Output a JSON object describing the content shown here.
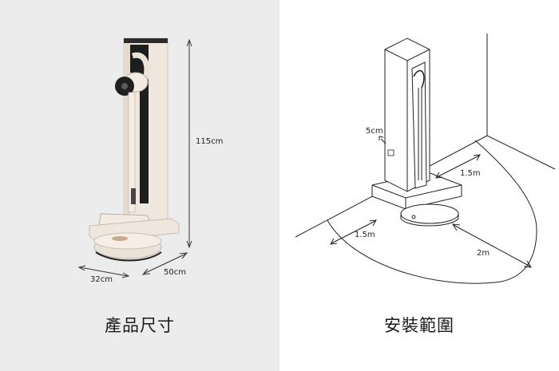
{
  "left_panel": {
    "caption": "產品尺寸",
    "dimensions": {
      "height": "115cm",
      "width": "50cm",
      "depth": "32cm"
    }
  },
  "right_panel": {
    "caption": "安裝範圍",
    "clearances": {
      "back": "5cm",
      "side_right": "1.5m",
      "side_left": "1.5m",
      "front": "2m"
    }
  }
}
